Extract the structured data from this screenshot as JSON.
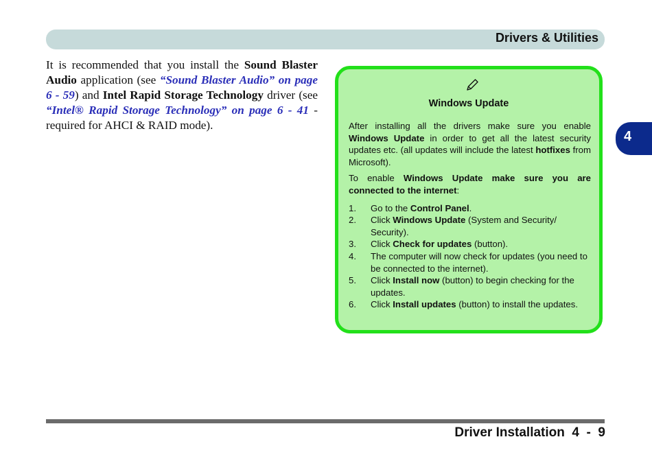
{
  "header": {
    "title": "Drivers & Utilities"
  },
  "chapter_tab": {
    "number": "4"
  },
  "main": {
    "p1": "It is recommended that you install the ",
    "b1": "Sound Blaster Audio",
    "p2": " application (see ",
    "link1": "“Sound Blaster Audio” on page 6 - 59",
    "p3": ") and ",
    "b2": "Intel Rapid Storage Technology",
    "p4": " driver (see ",
    "link2": "“Intel® Rapid Storage Technology” on page 6 - 41",
    "p5": " - required for AHCI & RAID mode)."
  },
  "note": {
    "icon": "pencil-icon",
    "title": "Windows Update",
    "para1": {
      "t1": "After installing all the drivers make sure you enable ",
      "b1": "Windows Update",
      "t2": " in order to get all the latest security updates etc. (all updates will include the latest ",
      "b2": "hotfixes",
      "t3": " from Microsoft)."
    },
    "para2": {
      "t1": "To enable ",
      "b1": "Windows Update make sure you are connected to the internet",
      "t2": ":"
    },
    "steps": [
      {
        "num": "1.",
        "t1": "Go to the ",
        "b": "Control Panel",
        "t2": "."
      },
      {
        "num": "2.",
        "t1": "Click ",
        "b": "Windows Update",
        "t2": " (System and Security/ Security)."
      },
      {
        "num": "3.",
        "t1": "Click ",
        "b": "Check for updates",
        "t2": " (button)."
      },
      {
        "num": "4.",
        "t1": "The computer will now check for updates (you need to be connected to the internet).",
        "b": "",
        "t2": ""
      },
      {
        "num": "5.",
        "t1": "Click ",
        "b": "Install now",
        "t2": " (button) to begin checking for the updates."
      },
      {
        "num": "6.",
        "t1": "Click ",
        "b": "Install updates",
        "t2": " (button) to install the updates."
      }
    ]
  },
  "footer": {
    "title": "Driver Installation  4  -  9"
  },
  "colors": {
    "header_bar": "#c6dada",
    "chapter_tab": "#0c2a8c",
    "link": "#2b2fb8",
    "note_fill": "#b4f2a8",
    "note_border": "#22e01a",
    "footer_rule": "#6b6b6b"
  }
}
